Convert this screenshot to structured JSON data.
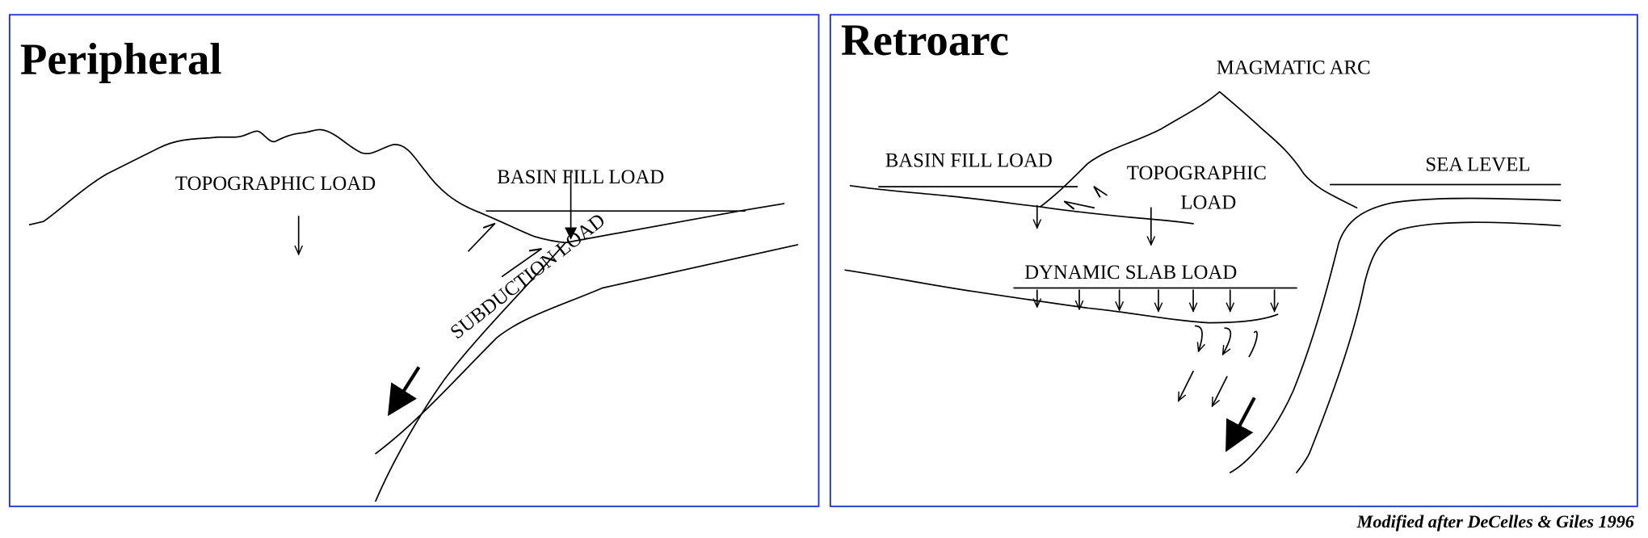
{
  "panels": [
    {
      "title": "Peripheral",
      "labels": {
        "topographic_load": "TOPOGRAPHIC LOAD",
        "basin_fill_load": "BASIN FILL LOAD",
        "subduction_load": "SUBDUCTION LOAD"
      }
    },
    {
      "title": "Retroarc",
      "labels": {
        "magmatic_arc": "MAGMATIC ARC",
        "basin_fill_load": "BASIN FILL LOAD",
        "topographic": "TOPOGRAPHIC",
        "load": "LOAD",
        "sea_level": "SEA LEVEL",
        "dynamic_slab_load": "DYNAMIC SLAB LOAD"
      }
    }
  ],
  "credit": "Modified after DeCelles & Giles 1996",
  "colors": {
    "frame": "#1a2fd0"
  }
}
